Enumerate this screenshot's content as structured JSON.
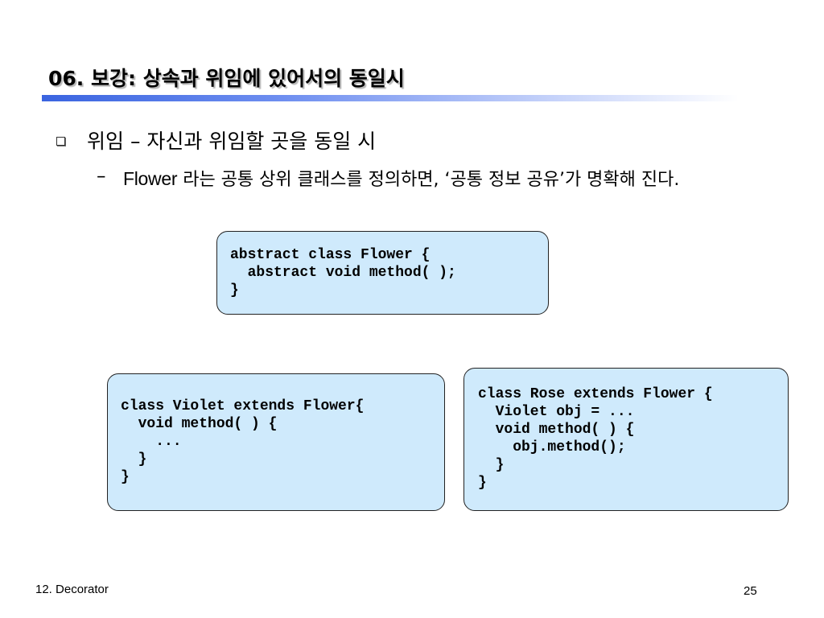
{
  "slide": {
    "title": "06. 보강: 상속과 위임에 있어서의 동일시",
    "bullet1": "위임 – 자신과 위임할 곳을 동일 시",
    "sub_dash": "–",
    "sub_flower": "Flower",
    "sub_rest": " 라는 공통 상위 클래스를 정의하면, ‘공통 정보 공유’가 명확해 진다."
  },
  "code": {
    "flower": "abstract class Flower {\n  abstract void method( );\n}",
    "violet": "class Violet extends Flower{\n  void method( ) {\n    ...\n  }\n}",
    "rose": "class Rose extends Flower {\n  Violet obj = ...\n  void method( ) {\n    obj.method();\n  }\n}"
  },
  "footer": {
    "section": "12. Decorator",
    "page_number": "25"
  },
  "colors": {
    "code_box_bg": "#cfeafc",
    "title_bar_start": "#3a64e0"
  }
}
